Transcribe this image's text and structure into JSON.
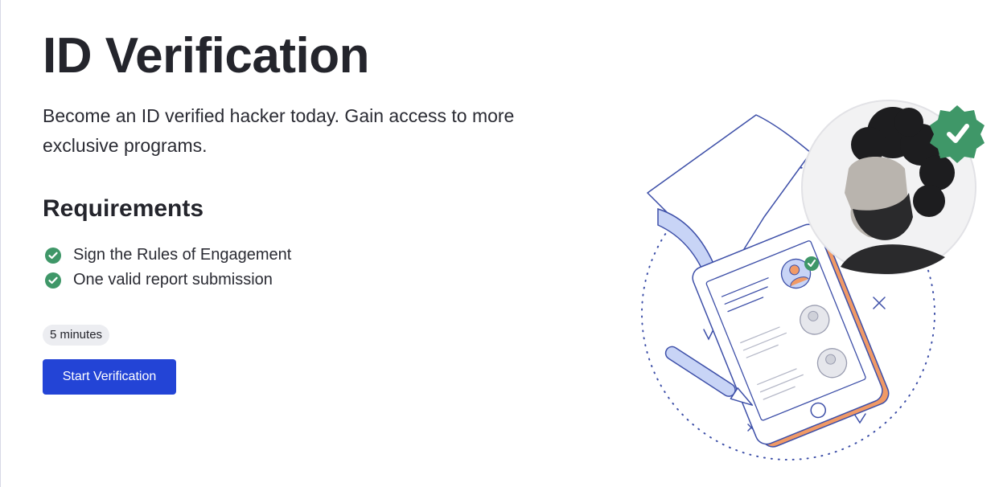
{
  "header": {
    "title": "ID Verification",
    "subtitle": "Become an ID verified hacker today. Gain access to more exclusive programs."
  },
  "requirements": {
    "heading": "Requirements",
    "items": [
      {
        "label": "Sign the Rules of Engagement",
        "icon": "check-circle-icon"
      },
      {
        "label": "One valid report submission",
        "icon": "check-circle-icon"
      }
    ]
  },
  "badge": {
    "duration": "5 minutes"
  },
  "actions": {
    "start_label": "Start Verification"
  },
  "colors": {
    "accent": "#2344d6",
    "check": "#3f9768",
    "illustration_line": "#3d4fa8",
    "illustration_orange": "#f19a66",
    "illustration_blue_fill": "#c8d4f6"
  },
  "illustration": {
    "icons": [
      "document-icon",
      "tablet-icon",
      "pen-icon",
      "profile-avatar-icon",
      "verified-badge-icon"
    ]
  }
}
